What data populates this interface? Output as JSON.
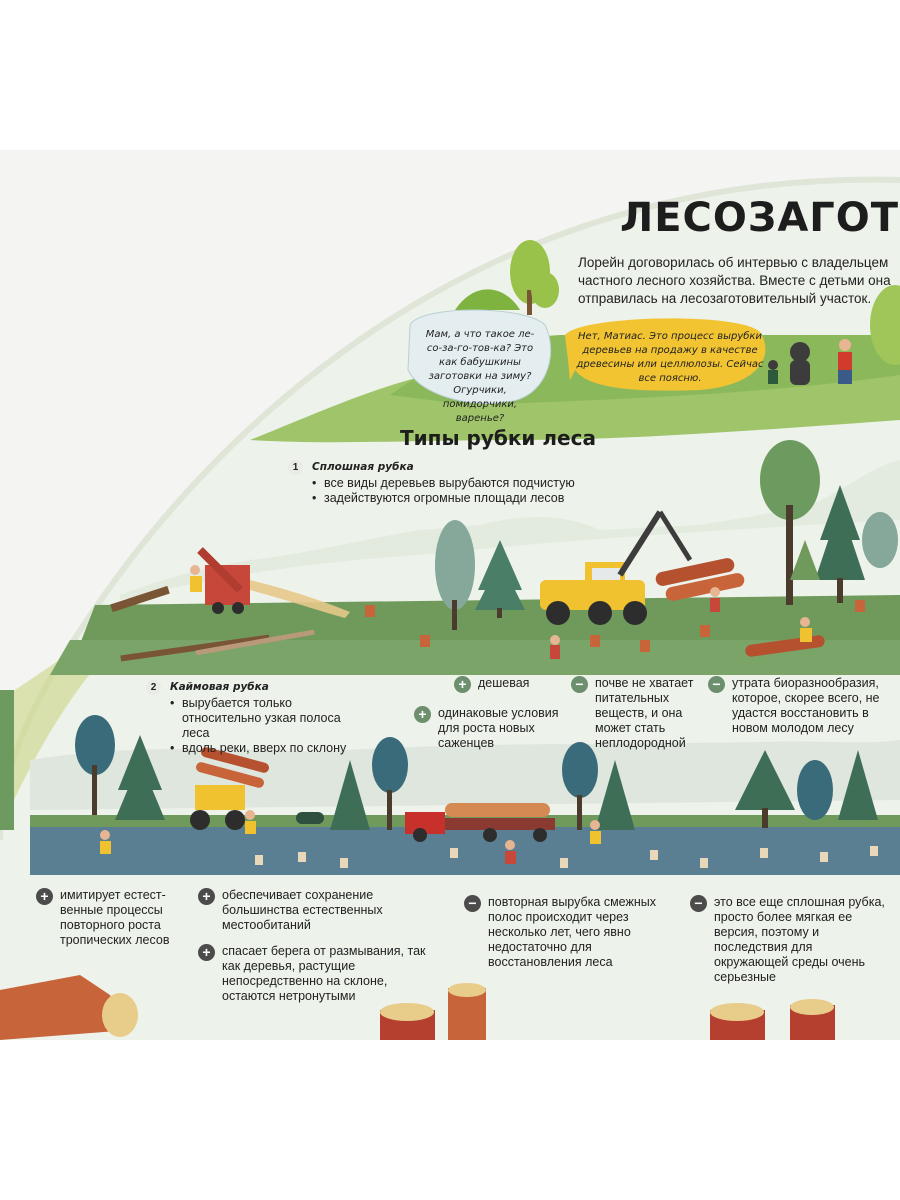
{
  "header": {
    "title": "ЛЕСОЗАГОТОВКИ",
    "intro": "Лорейн договорилась об интервью с владельцем частного лесного хозяйства. Вместе с детьми она отправилась на лесозаготовительный участок."
  },
  "dialog": {
    "child_bubble": "Мам, а что такое ле-со-за-го-тов-ка? Это как бабушкины заготовки на зиму? Огурчики, помидорчики, варенье?",
    "mother_bubble": "Нет, Матиас. Это процесс вырубки деревьев на продажу в качестве древесины или целлюлозы. Сейчас все поясню."
  },
  "section_title": "Типы рубки леса",
  "types": [
    {
      "number": "1",
      "name": "Сплошная рубка",
      "bullets": [
        "все виды деревьев вырубаются подчистую",
        "задействуются огромные площади лесов"
      ],
      "pros": [
        {
          "sign": "+",
          "text": "дешевая"
        },
        {
          "sign": "+",
          "text": "одинаковые условия для роста новых саженцев"
        }
      ],
      "cons": [
        {
          "sign": "−",
          "text": "почве не хватает питательных веществ, и она может стать неплодородной"
        },
        {
          "sign": "−",
          "text": "утрата биоразнообразия, которое, скорее всего, не удастся восстановить в новом молодом лесу"
        }
      ]
    },
    {
      "number": "2",
      "name": "Каймовая рубка",
      "bullets": [
        "вырубается только относительно узкая полоса леса",
        "вдоль реки, вверх по склону"
      ],
      "pros": [
        {
          "sign": "+",
          "text": "имитирует естест-венные процессы повторного роста тропических лесов"
        },
        {
          "sign": "+",
          "text": "обеспечивает сохранение большинства естественных местообитаний"
        },
        {
          "sign": "+",
          "text": "спасает берега от размывания, так как деревья, растущие непосредственно на склоне, остаются нетронутыми"
        }
      ],
      "cons": [
        {
          "sign": "−",
          "text": "повторная вырубка смежных полос происходит через несколько лет, чего явно недостаточно для восстановления леса"
        },
        {
          "sign": "−",
          "text": "это все еще сплошная рубка, просто более мягкая ее версия, поэтому и последствия для окружающей среды очень серьезные"
        }
      ]
    }
  ]
}
